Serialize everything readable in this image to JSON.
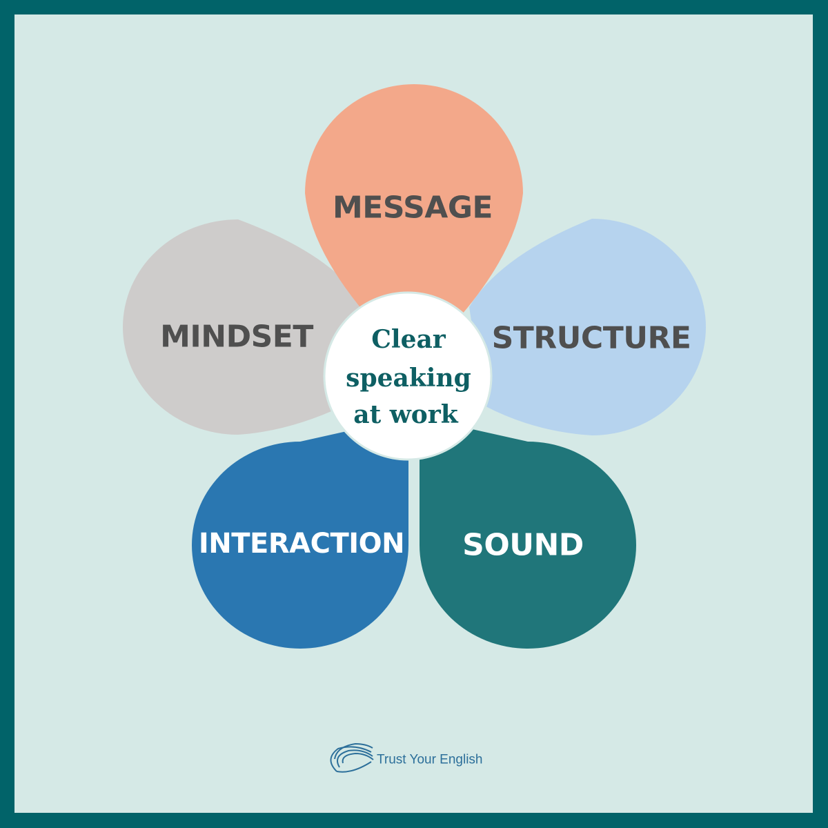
{
  "colors": {
    "border": "#016369",
    "background": "#d5e9e6",
    "center": "#ffffff",
    "center_text": "#0e5f63"
  },
  "center": {
    "line1": "Clear",
    "line2": "speaking",
    "line3": "at work"
  },
  "petals": [
    {
      "label": "MESSAGE",
      "fill": "#f3a88a",
      "text_color": "#4f4f4f"
    },
    {
      "label": "STRUCTURE",
      "fill": "#b6d3ee",
      "text_color": "#4f4f4f"
    },
    {
      "label": "SOUND",
      "fill": "#20767a",
      "text_color": "#ffffff"
    },
    {
      "label": "INTERACTION",
      "fill": "#2a77b1",
      "text_color": "#ffffff"
    },
    {
      "label": "MINDSET",
      "fill": "#cecccb",
      "text_color": "#4f4f4f"
    }
  ],
  "brand": {
    "name": "Trust Your English",
    "icon": "fan-logo-icon"
  }
}
